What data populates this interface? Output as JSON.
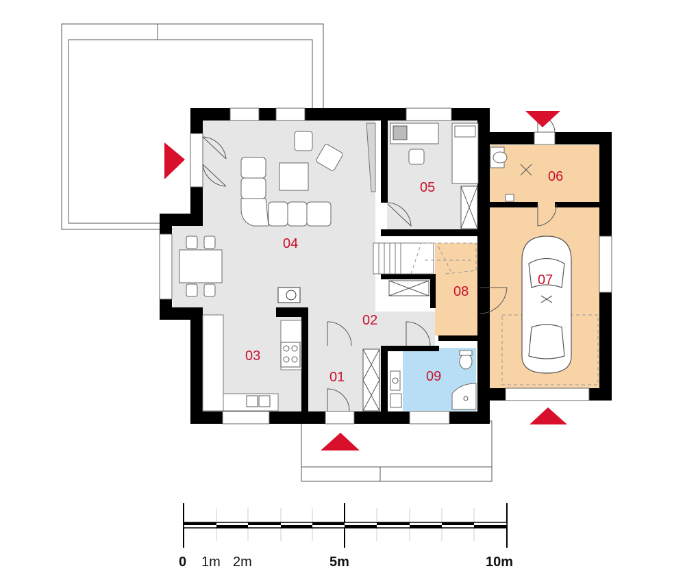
{
  "rooms": [
    {
      "id": "01",
      "label": "01"
    },
    {
      "id": "02",
      "label": "02"
    },
    {
      "id": "03",
      "label": "03"
    },
    {
      "id": "04",
      "label": "04"
    },
    {
      "id": "05",
      "label": "05"
    },
    {
      "id": "06",
      "label": "06"
    },
    {
      "id": "07",
      "label": "07"
    },
    {
      "id": "08",
      "label": "08"
    },
    {
      "id": "09",
      "label": "09"
    }
  ],
  "scale": {
    "labels": {
      "zero": "0",
      "one": "1m",
      "two": "2m",
      "five": "5m",
      "ten": "10m"
    }
  },
  "colors": {
    "living_floor": "#e6e6e6",
    "garage_floor": "#f7d3a6",
    "bath_floor": "#b8def5",
    "wall": "#000000",
    "entrance_marker": "#d9102c",
    "room_label": "#c8102e"
  },
  "icons": [
    "entrance-arrow-icon",
    "car-icon",
    "sofa-icon",
    "dining-table-icon",
    "stove-icon",
    "sink-icon",
    "toilet-icon",
    "shower-icon",
    "desk-icon",
    "bed-icon"
  ]
}
